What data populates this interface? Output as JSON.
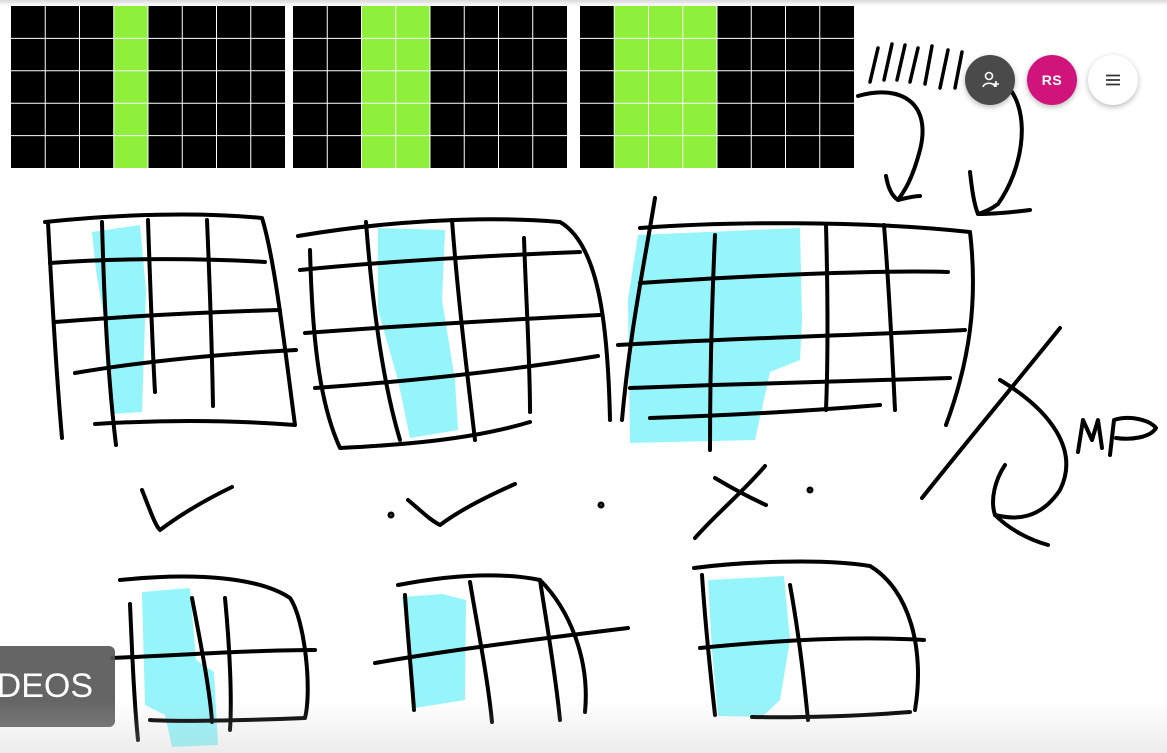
{
  "toolbar": {
    "add_user_icon": "add-user-icon",
    "avatar_initials": "RS",
    "avatar_color": "#d0147b",
    "menu_icon": "hamburger-menu-icon"
  },
  "overlay": {
    "videos_label": "DEOS"
  },
  "grids": [
    {
      "highlight_columns": [
        3
      ]
    },
    {
      "highlight_columns": [
        2,
        3
      ]
    },
    {
      "highlight_columns": [
        1,
        2,
        3
      ]
    }
  ],
  "sketch": {
    "annotation_text": "MP",
    "check_mark": "✓",
    "cross_mark": "x"
  },
  "colors": {
    "grid_fill": "#000000",
    "grid_line": "#ffffff",
    "highlight": "#8ef03a",
    "ink": "#000000",
    "marker": "#8ff4fb"
  }
}
